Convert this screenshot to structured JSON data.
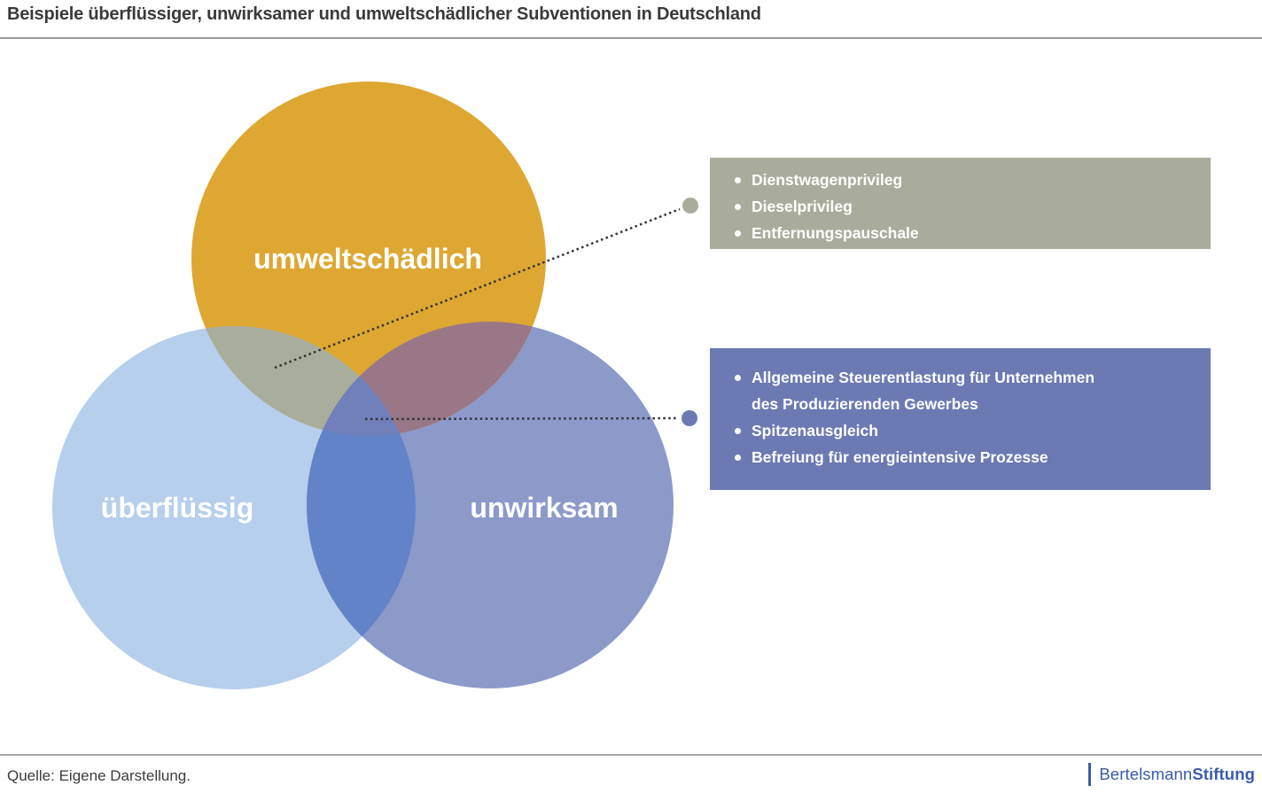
{
  "header": {
    "title": "Beispiele überflüssiger, unwirksamer und umweltschädlicher Subventionen in Deutschland"
  },
  "venn": {
    "sets": [
      {
        "label": "umweltschädlich",
        "color": "#dda732"
      },
      {
        "label": "überflüssig",
        "color": "#b5cfec"
      },
      {
        "label": "unwirksam",
        "color": "#8c9aca"
      }
    ],
    "overlap_colors": {
      "umweltschaedlich_ueberfluessig": "#a9ad9b",
      "umweltschaedlich_unwirksam": "#9a7787",
      "ueberfluessig_unwirksam": "#6383c8",
      "all_three": "#6f80bb"
    }
  },
  "callouts": [
    {
      "bg": "#a9ac9c",
      "items": [
        "Dienstwagenprivileg",
        "Dieselprivileg",
        "Entfernungspauschale"
      ]
    },
    {
      "bg": "#6b7ab3",
      "items": [
        "Allgemeine Steuerentlastung für Unternehmen\ndes Produzierenden Gewerbes",
        "Spitzenausgleich",
        "Befreiung für energieintensive Prozesse"
      ]
    }
  ],
  "footer": {
    "source": "Quelle: Eigene Darstellung.",
    "logo_part1": "Bertelsmann",
    "logo_part2": "Stiftung",
    "logo_color": "#3a5ca9"
  }
}
